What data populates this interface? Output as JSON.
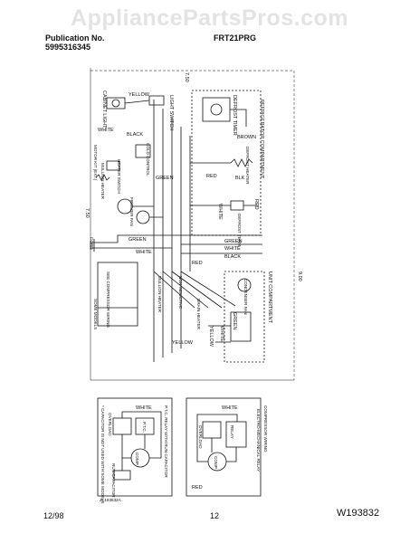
{
  "watermark": "AppliancePartsPros.com",
  "header": {
    "publication_label": "Publication No.",
    "publication_number": "5995316345",
    "model": "FRT21PRG"
  },
  "footer": {
    "date": "12/98",
    "page": "12",
    "diagram_code": "W193832"
  },
  "diagram": {
    "labels": {
      "refrigerator_compartment": "REFRIGERATOR COMPARTMENT",
      "unit_compartment": "UNIT COMPARTMENT",
      "light_switch": "LIGHT SWITCH",
      "cabinet_light": "CABINET LIGHT",
      "yellow": "YELLOW",
      "black": "BLACK",
      "white": "WHITE",
      "red": "RED",
      "green": "GREEN",
      "brown": "BROWN",
      "blk": "BLK",
      "wht": "WHT",
      "defrost_timer": "DEFROST TIMER",
      "defrost_heater": "DEFROST HEATER",
      "cold_control": "COLD CONTROL",
      "heater_switch": "HEATER SWITCH",
      "mullion_heater": "MULLION HEATER",
      "motor_kit": "MOTOR KIT (EXT.)",
      "freezer_fan": "FREEZER FAN",
      "condenser_fan": "CONDENSER FAN",
      "evap_fan": "EVAP FAN",
      "cord": "CORD",
      "ground": "GROUND",
      "some_models": "SOME MODELS",
      "see_compressor_wiring": "SEE COMPRESSOR WIRING",
      "compressor_wiring": "COMPRESSOR WIRING",
      "electro_mechanical_relay": "ELECTRO-MECHANICAL RELAY",
      "ptc_relay_run_capacitor": "P.T.C. RELAY WITH RUN CAPACITOR",
      "overload": "OVERLOAD",
      "relay": "RELAY",
      "comp": "COMP",
      "ptc": "P.T.C.",
      "run_capacitor": "RUN CAPACITOR",
      "protector": "PROTECTOR",
      "capacitor_note": "* CAPACITOR IS NOT USED WITH SOME MODELS",
      "part_number": "ZL193832A",
      "mullion_heater_non_ind": "NON INDUCTIVE",
      "drain_heater": "DRAIN HEATER",
      "defrost_term": "DEFROST TERM.",
      "dim_left": "7.50",
      "dim_right": "9.00"
    }
  }
}
